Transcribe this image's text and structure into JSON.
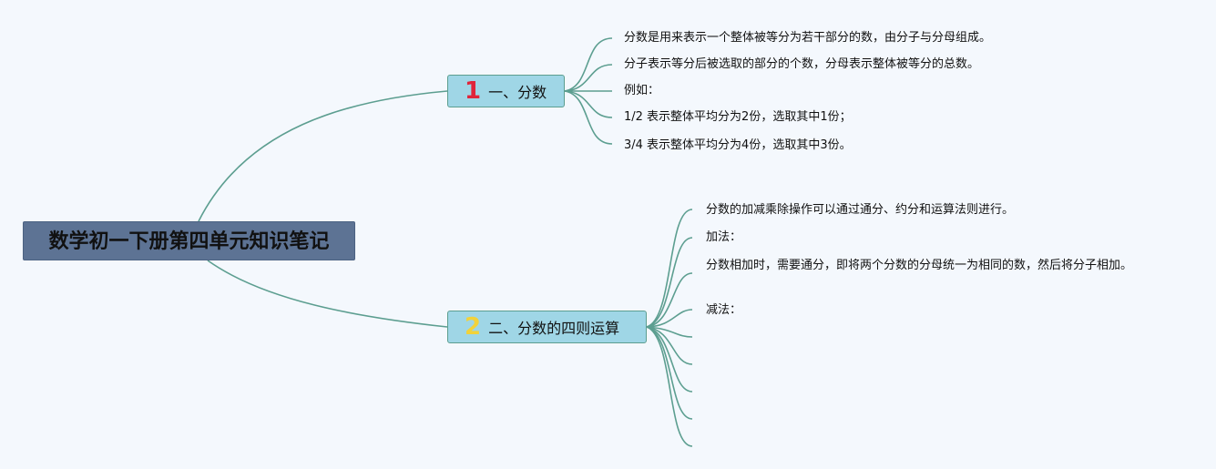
{
  "root": {
    "label": "数学初一下册第四单元知识笔记"
  },
  "branches": [
    {
      "badge": "1",
      "label": "一、分数",
      "children": [
        "分数是用来表示一个整体被等分为若干部分的数，由分子与分母组成。",
        "分子表示等分后被选取的部分的个数，分母表示整体被等分的总数。",
        "例如：",
        "1/2 表示整体平均分为2份，选取其中1份；",
        "3/4 表示整体平均分为4份，选取其中3份。"
      ]
    },
    {
      "badge": "2",
      "label": "二、分数的四则运算",
      "children": [
        "分数的加减乘除操作可以通过通分、约分和运算法则进行。",
        "加法：",
        "分数相加时，需要通分，即将两个分数的分母统一为相同的数，然后将分子相加。",
        "减法："
      ]
    }
  ],
  "colors": {
    "background": "#f4f8fd",
    "root_fill": "#5d7394",
    "branch_fill": "#9fd6e6",
    "connector": "#5c9e90",
    "badge_1": "#e0243a",
    "badge_2": "#f2d23a"
  }
}
